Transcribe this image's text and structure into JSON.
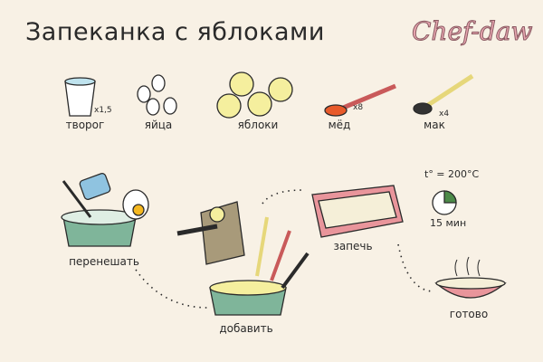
{
  "title": "Запеканка с яблоками",
  "logo": "Chef-daw",
  "ingredients": [
    {
      "name": "творог",
      "qty": "x1,5",
      "icon": "cottage-cheese-glass-icon"
    },
    {
      "name": "яйца",
      "qty": "",
      "icon": "eggs-icon"
    },
    {
      "name": "яблоки",
      "qty": "",
      "icon": "apples-icon"
    },
    {
      "name": "мёд",
      "qty": "x8",
      "icon": "honey-spoon-icon"
    },
    {
      "name": "мак",
      "qty": "x4",
      "icon": "poppy-seed-spoon-icon"
    }
  ],
  "steps": [
    {
      "label": "перенешать"
    },
    {
      "label": "добавить"
    },
    {
      "label": "запечь"
    },
    {
      "label": "готово"
    }
  ],
  "bake": {
    "temperature": "t° = 200°C",
    "time": "15 мин",
    "timer_fraction": 0.25
  },
  "colors": {
    "pot": "#7fb59a",
    "dish": "#e9959b",
    "apple": "#f5ef9e",
    "honey": "#e85a2a",
    "spoon": "#c95a5a",
    "poppy_spoon": "#e6d77a",
    "logo": "#e8a6b0"
  }
}
